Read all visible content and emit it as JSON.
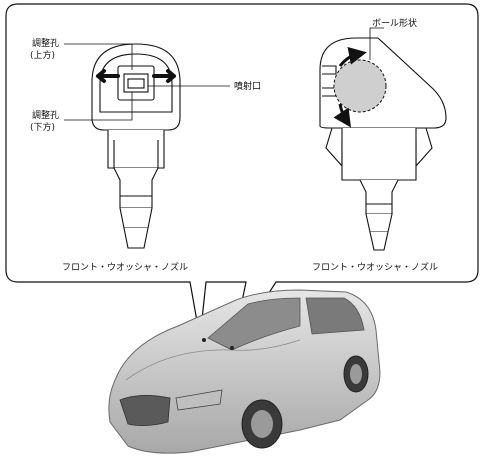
{
  "labels": {
    "adjust_hole_upper": "調整孔",
    "adjust_hole_upper_sub": "(上方)",
    "adjust_hole_lower": "調整孔",
    "adjust_hole_lower_sub": "(下方)",
    "spray_port": "噴射口",
    "ball_shape": "ボール形状",
    "nozzle_left_caption": "フロント・ウオッシャ・ノズル",
    "nozzle_right_caption": "フロント・ウオッシャ・ノズル"
  },
  "colors": {
    "line": "#111111",
    "ball_fill": "#cfcfcf",
    "car_body": "#d2d2d2",
    "car_dark": "#5a5a5a"
  },
  "icons": {
    "arrow_left": "left-arrow-icon",
    "arrow_right": "right-arrow-icon",
    "rotate_up": "rotate-arrow-icon",
    "rotate_down": "rotate-arrow-icon"
  }
}
